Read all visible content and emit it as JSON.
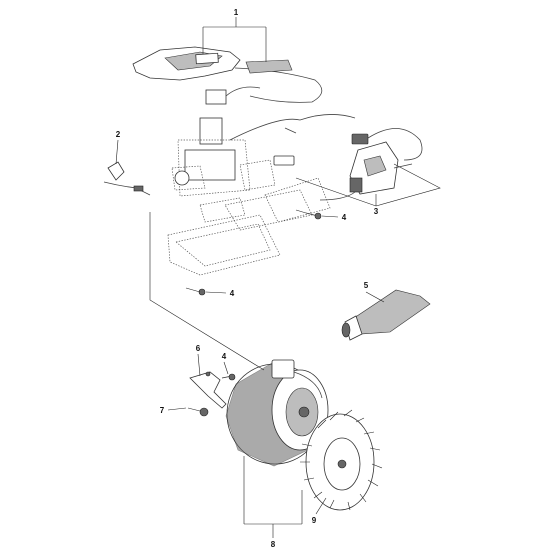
{
  "callouts": [
    {
      "id": "1",
      "label": "1"
    },
    {
      "id": "2",
      "label": "2"
    },
    {
      "id": "3",
      "label": "3"
    },
    {
      "id": "4a",
      "label": "4"
    },
    {
      "id": "4b",
      "label": "4"
    },
    {
      "id": "4c",
      "label": "4"
    },
    {
      "id": "5",
      "label": "5"
    },
    {
      "id": "6",
      "label": "6"
    },
    {
      "id": "7",
      "label": "7"
    },
    {
      "id": "8",
      "label": "8"
    },
    {
      "id": "9",
      "label": "9"
    }
  ]
}
